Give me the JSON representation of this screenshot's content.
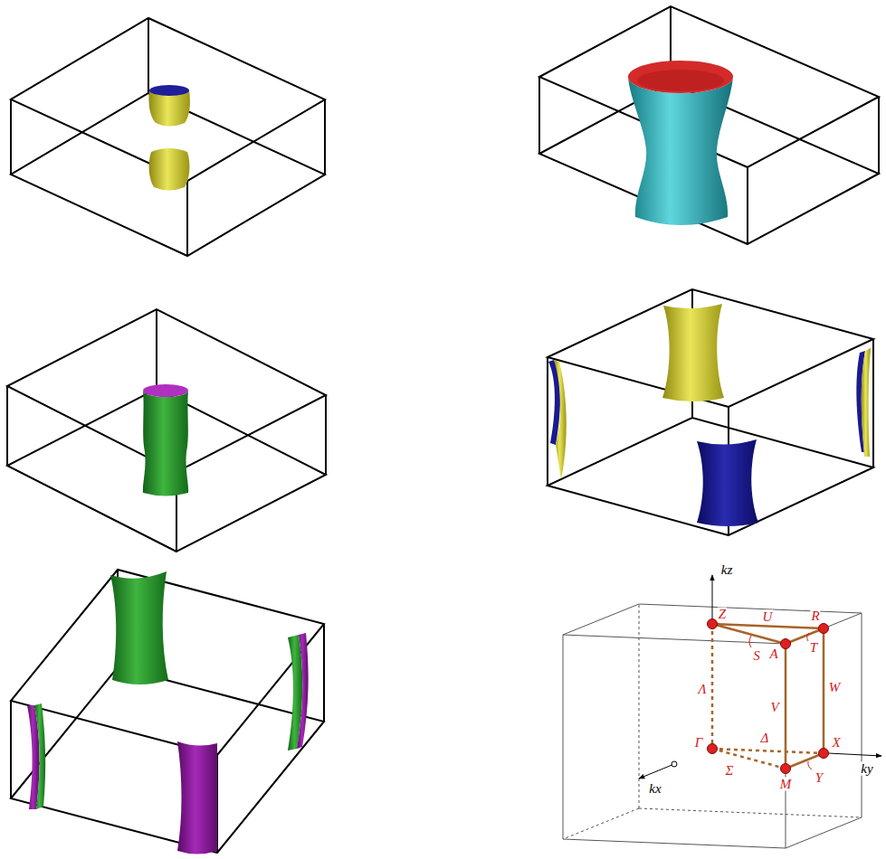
{
  "diagram": {
    "labels": [
      "kz",
      "Z",
      "U",
      "R",
      "S",
      "A",
      "T",
      "Λ",
      "V",
      "W",
      "Γ",
      "Δ",
      "X",
      "Σ",
      "M",
      "Y",
      "kx",
      "ky"
    ]
  }
}
